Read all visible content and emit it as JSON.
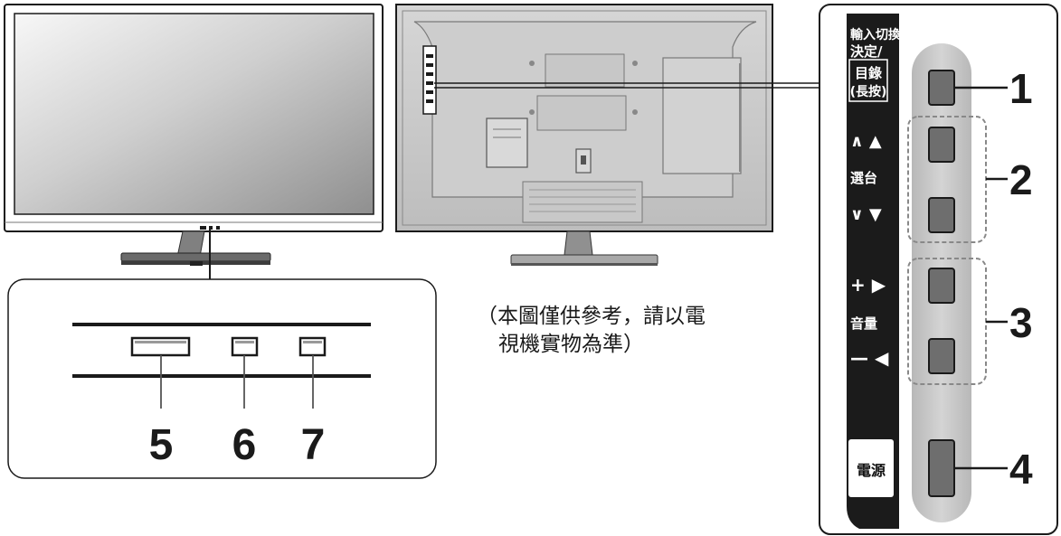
{
  "caption": {
    "line1": "（本圖僅供參考，請以電",
    "line2": "視機實物為準）"
  },
  "side_panel": {
    "input_label_1": "輸入切換/",
    "input_label_2": "決定/",
    "menu_label_1": "目錄",
    "menu_label_2": "(長按)",
    "channel_up_symbols": "∧ ▲",
    "channel_label": "選台",
    "channel_down_symbols": "∨ ▼",
    "volume_up_symbols": "+ ▶",
    "volume_label": "音量",
    "volume_down_symbols": "— ◀",
    "power_label": "電源"
  },
  "callouts": {
    "c1": "1",
    "c2": "2",
    "c3": "3",
    "c4": "4",
    "c5": "5",
    "c6": "6",
    "c7": "7"
  },
  "colors": {
    "outline": "#1a1a1a",
    "screen_gradient_light": "#f4f4f4",
    "screen_gradient_dark": "#9a9a9a",
    "panel_black": "#1b1b1b",
    "button_track": "#c4c4c4",
    "button_fill": "#6e6e6e"
  }
}
